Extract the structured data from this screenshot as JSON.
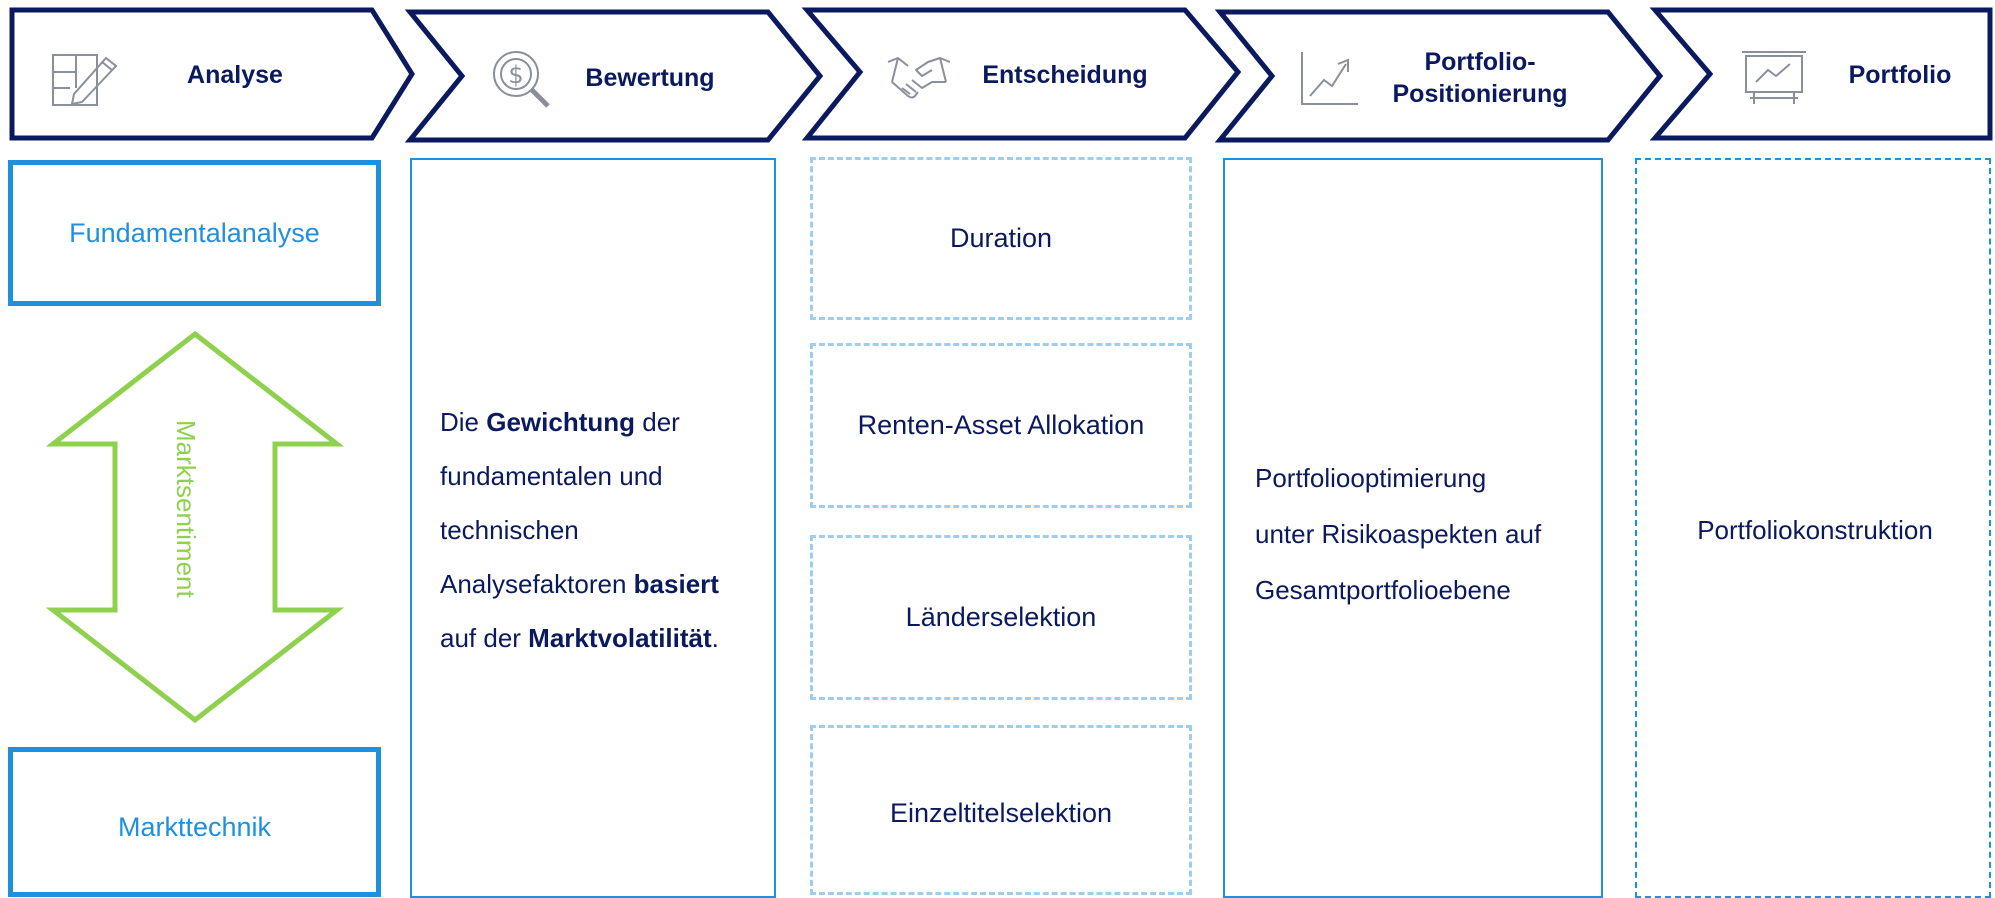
{
  "header": {
    "steps": [
      {
        "label": "Analyse",
        "icon": "blueprint-pencil-icon"
      },
      {
        "label": "Bewertung",
        "icon": "dollar-magnifier-icon"
      },
      {
        "label": "Entscheidung",
        "icon": "handshake-icon"
      },
      {
        "label_line1": "Portfolio-",
        "label_line2": "Positionierung",
        "icon": "growth-chart-icon"
      },
      {
        "label": "Portfolio",
        "icon": "presentation-board-icon"
      }
    ]
  },
  "analyse": {
    "top_box": "Fundamentalanalyse",
    "arrow_label": "Marktsentiment",
    "bottom_box": "Markttechnik"
  },
  "bewertung": {
    "p1": "Die ",
    "p1_bold": "Gewichtung",
    "p1_tail": " der",
    "p2": "fundamentalen und",
    "p3": "technischen",
    "p4": "Analysefaktoren ",
    "p4_bold": "basiert",
    "p5": "auf der ",
    "p5_bold": "Marktvolatilität",
    "p5_tail": "."
  },
  "entscheidung": {
    "items": [
      "Duration",
      "Renten-Asset Allokation",
      "Länderselektion",
      "Einzeltitelselektion"
    ]
  },
  "positionierung": {
    "lines": [
      "Portfoliooptimierung",
      "unter Risikoaspekten auf",
      "Gesamtportfolioebene"
    ]
  },
  "portfolio": {
    "text": "Portfoliokonstruktion"
  },
  "colors": {
    "navy": "#0b1a5e",
    "blue": "#1f90e0",
    "light_blue": "#9fcdee",
    "green": "#8fd14f",
    "icon_gray": "#8a8f99"
  }
}
